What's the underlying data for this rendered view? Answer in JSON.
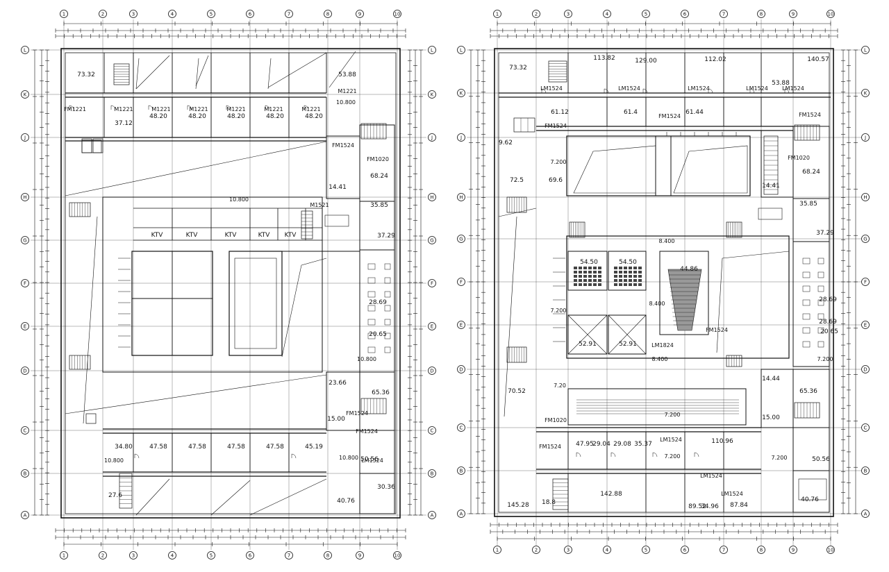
{
  "plans": [
    {
      "id": "left-plan",
      "grid_top": [
        "1",
        "2",
        "3",
        "4",
        "5",
        "6",
        "7",
        "8",
        "9",
        "10"
      ],
      "grid_left": [
        "L",
        "K",
        "J",
        "H",
        "G",
        "F",
        "E",
        "D",
        "C",
        "B",
        "A"
      ],
      "rooms": [
        {
          "label": "73.32"
        },
        {
          "label": "53.88"
        },
        {
          "label": "37.12"
        },
        {
          "label": "48.20"
        },
        {
          "label": "48.20"
        },
        {
          "label": "48.20"
        },
        {
          "label": "48.20"
        },
        {
          "label": "48.20"
        },
        {
          "label": "68.24"
        },
        {
          "label": "35.85"
        },
        {
          "label": "37.29"
        },
        {
          "label": "28.69"
        },
        {
          "label": "20.65"
        },
        {
          "label": "23.66"
        },
        {
          "label": "65.36"
        },
        {
          "label": "15.00"
        },
        {
          "label": "34.80"
        },
        {
          "label": "47.58"
        },
        {
          "label": "47.58"
        },
        {
          "label": "47.58"
        },
        {
          "label": "47.58"
        },
        {
          "label": "45.19"
        },
        {
          "label": "50.56"
        },
        {
          "label": "30.36"
        },
        {
          "label": "40.76"
        },
        {
          "label": "27.6"
        },
        {
          "label": "14.41"
        }
      ],
      "doors": [
        {
          "label": "FM1221"
        },
        {
          "label": "M1221"
        },
        {
          "label": "M1221"
        },
        {
          "label": "M1221"
        },
        {
          "label": "M1221"
        },
        {
          "label": "M1221"
        },
        {
          "label": "M1221"
        },
        {
          "label": "M1221"
        },
        {
          "label": "M1221"
        },
        {
          "label": "FM1020"
        },
        {
          "label": "FM1524"
        },
        {
          "label": "FM1524"
        },
        {
          "label": "FM1524"
        },
        {
          "label": "LM1524"
        },
        {
          "label": "M1521"
        }
      ],
      "levels": [
        {
          "label": "10.800"
        },
        {
          "label": "10.800"
        },
        {
          "label": "10.800"
        },
        {
          "label": "10.800"
        },
        {
          "label": "10.800"
        }
      ],
      "ktv": [
        {
          "label": "KTV"
        },
        {
          "label": "KTV"
        },
        {
          "label": "KTV"
        },
        {
          "label": "KTV"
        },
        {
          "label": "KTV"
        }
      ]
    },
    {
      "id": "right-plan",
      "grid_top": [
        "1",
        "2",
        "3",
        "4",
        "5",
        "6",
        "7",
        "8",
        "9",
        "10"
      ],
      "grid_left": [
        "L",
        "K",
        "J",
        "H",
        "G",
        "F",
        "E",
        "D",
        "C",
        "B",
        "A"
      ],
      "rooms": [
        {
          "label": "73.32"
        },
        {
          "label": "113.82"
        },
        {
          "label": "129.00"
        },
        {
          "label": "112.02"
        },
        {
          "label": "140.57"
        },
        {
          "label": "53.88"
        },
        {
          "label": "61.12"
        },
        {
          "label": "61.4"
        },
        {
          "label": "61.44"
        },
        {
          "label": "9.62"
        },
        {
          "label": "72.5"
        },
        {
          "label": "69.6"
        },
        {
          "label": "68.24"
        },
        {
          "label": "14.41"
        },
        {
          "label": "35.85"
        },
        {
          "label": "37.29"
        },
        {
          "label": "28.69"
        },
        {
          "label": "28.69"
        },
        {
          "label": "20.65"
        },
        {
          "label": "14.44"
        },
        {
          "label": "65.36"
        },
        {
          "label": "15.00"
        },
        {
          "label": "70.52"
        },
        {
          "label": "47.95"
        },
        {
          "label": "29.04"
        },
        {
          "label": "29.08"
        },
        {
          "label": "35.37"
        },
        {
          "label": "110.96"
        },
        {
          "label": "50.56"
        },
        {
          "label": "145.28"
        },
        {
          "label": "142.88"
        },
        {
          "label": "89.52"
        },
        {
          "label": "34.96"
        },
        {
          "label": "87.84"
        },
        {
          "label": "40.76"
        },
        {
          "label": "18.8"
        },
        {
          "label": "44.86"
        },
        {
          "label": "52.91"
        },
        {
          "label": "52.91"
        },
        {
          "label": "54.50"
        },
        {
          "label": "54.50"
        }
      ],
      "doors": [
        {
          "label": "LM1524"
        },
        {
          "label": "LM1524"
        },
        {
          "label": "LM1524"
        },
        {
          "label": "LM1524"
        },
        {
          "label": "LM1524"
        },
        {
          "label": "FM1524"
        },
        {
          "label": "FM1524"
        },
        {
          "label": "FM1524"
        },
        {
          "label": "FM1020"
        },
        {
          "label": "FM1020"
        },
        {
          "label": "LM1824"
        },
        {
          "label": "FM1524"
        },
        {
          "label": "LM1524"
        },
        {
          "label": "FM1524"
        },
        {
          "label": "LM1524"
        },
        {
          "label": "LM1524"
        }
      ],
      "levels": [
        {
          "label": "7.200"
        },
        {
          "label": "8.400"
        },
        {
          "label": "8.400"
        },
        {
          "label": "7.200"
        },
        {
          "label": "8.400"
        },
        {
          "label": "7.20"
        },
        {
          "label": "7.200"
        },
        {
          "label": "7.200"
        },
        {
          "label": "7.200"
        },
        {
          "label": "7.200"
        }
      ]
    }
  ]
}
